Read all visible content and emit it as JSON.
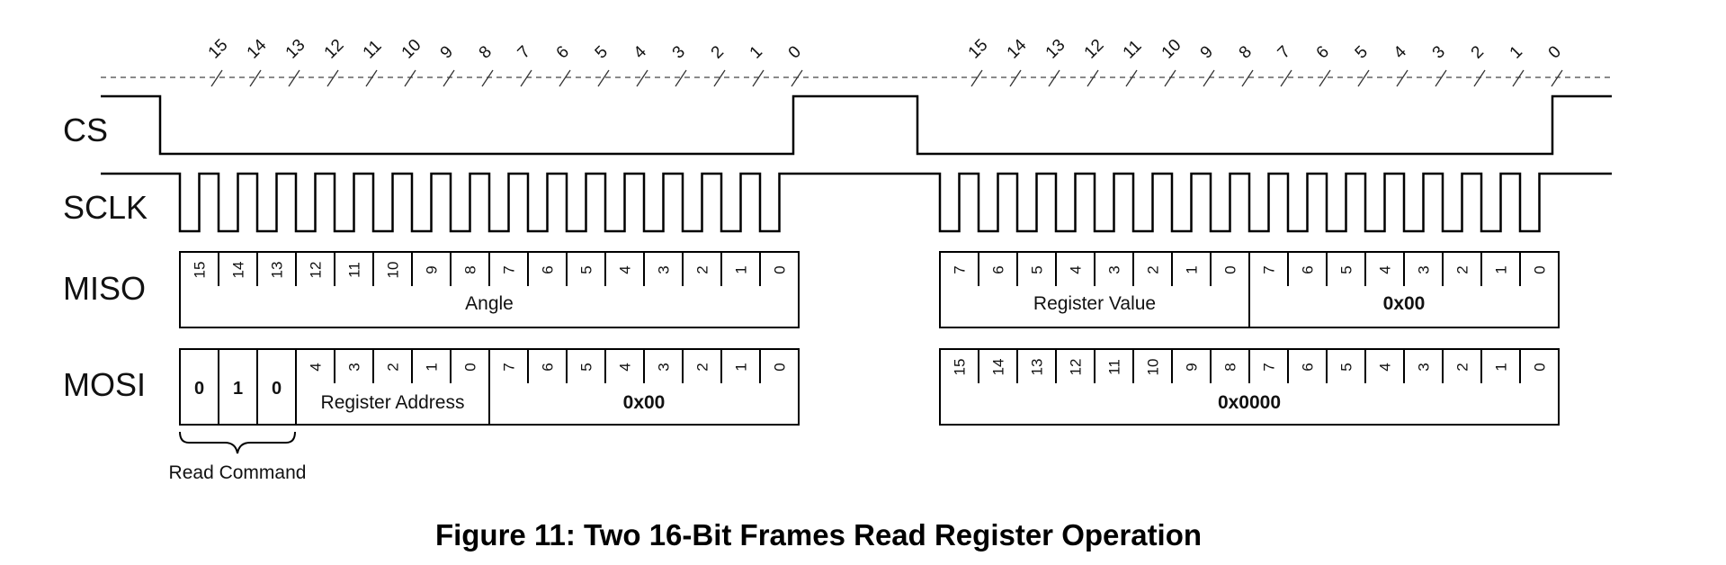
{
  "signals": {
    "cs": "CS",
    "sclk": "SCLK",
    "miso": "MISO",
    "mosi": "MOSI"
  },
  "bit_header": [
    "15",
    "14",
    "13",
    "12",
    "11",
    "10",
    "9",
    "8",
    "7",
    "6",
    "5",
    "4",
    "3",
    "2",
    "1",
    "0"
  ],
  "frame1": {
    "miso_bits": [
      "15",
      "14",
      "13",
      "12",
      "11",
      "10",
      "9",
      "8",
      "7",
      "6",
      "5",
      "4",
      "3",
      "2",
      "1",
      "0"
    ],
    "miso_field": "Angle",
    "mosi_command_bits": [
      "0",
      "1",
      "0"
    ],
    "mosi_address_bits": [
      "4",
      "3",
      "2",
      "1",
      "0"
    ],
    "mosi_address_label": "Register Address",
    "mosi_data_bits": [
      "7",
      "6",
      "5",
      "4",
      "3",
      "2",
      "1",
      "0"
    ],
    "mosi_data_label": "0x00"
  },
  "frame2": {
    "miso_high_bits": [
      "7",
      "6",
      "5",
      "4",
      "3",
      "2",
      "1",
      "0"
    ],
    "miso_high_label": "Register Value",
    "miso_low_bits": [
      "7",
      "6",
      "5",
      "4",
      "3",
      "2",
      "1",
      "0"
    ],
    "miso_low_label": "0x00",
    "mosi_bits": [
      "15",
      "14",
      "13",
      "12",
      "11",
      "10",
      "9",
      "8",
      "7",
      "6",
      "5",
      "4",
      "3",
      "2",
      "1",
      "0"
    ],
    "mosi_label": "0x0000"
  },
  "read_command_label": "Read Command",
  "caption": "Figure 11: Two 16-Bit Frames Read Register Operation"
}
